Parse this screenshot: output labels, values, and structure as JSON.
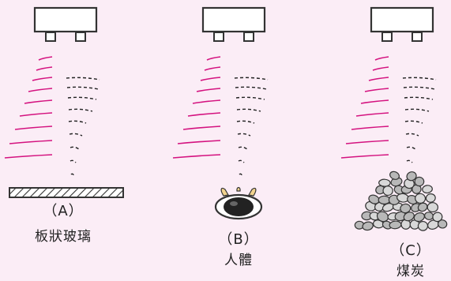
{
  "panels": [
    {
      "id": "a",
      "letter": "（A）",
      "name": "板狀玻璃"
    },
    {
      "id": "b",
      "letter": "（B）",
      "name": "人體"
    },
    {
      "id": "c",
      "letter": "（C）",
      "name": "煤炭"
    }
  ],
  "colors": {
    "background": "#FBEDF6",
    "wave": "#D4127F",
    "sensor_fill": "#FFFFFF",
    "sensor_stroke": "#333333"
  }
}
